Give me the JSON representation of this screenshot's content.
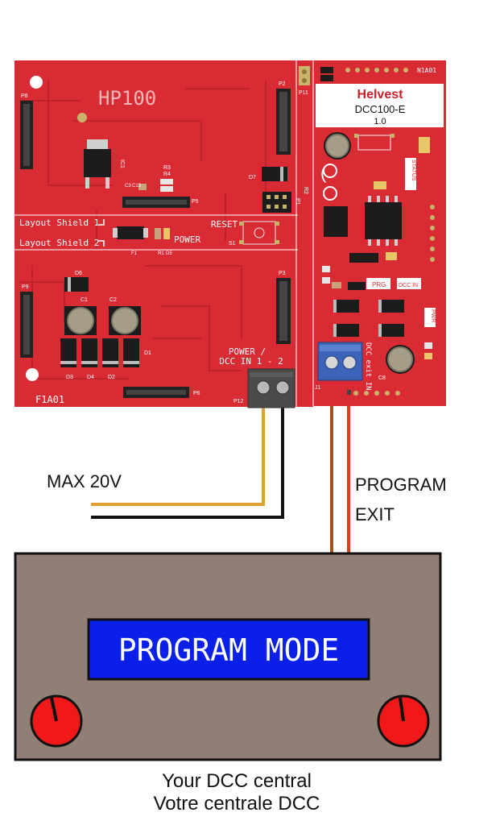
{
  "colors": {
    "pcb": "#d82b34",
    "pcb_dark": "#b81f29",
    "trace": "#c4232d",
    "wire_yellow": "#e0a030",
    "wire_black": "#111111",
    "wire_brown": "#a0521d",
    "wire_red": "#e33a1a",
    "box_fill": "#8f7f74",
    "lcd_fill": "#0a20e8",
    "knob": "#f01818",
    "terminal": "#4a4a4a",
    "terminal_blue": "#3b63b8"
  },
  "main_board": {
    "title": "HP100",
    "board_id": "F1A01",
    "layout_shield_1": "Layout Shield 1",
    "layout_shield_2": "Layout Shield 2",
    "reset": "RESET",
    "power": "POWER",
    "power_dcc_in_line1": "POWER /",
    "power_dcc_in_line2": "DCC IN 1 - 2",
    "refs": {
      "p8": "P8",
      "p2": "P2",
      "p11": "P11",
      "ic1": "IC1",
      "r3": "R3",
      "r4": "R4",
      "c3": "C3",
      "c13": "C13",
      "p5": "P5",
      "d7": "D7",
      "p1": "P1",
      "r2": "R2",
      "s1": "S1",
      "f1": "F1",
      "r1": "R1",
      "d5": "D5",
      "d6": "D6",
      "c1": "C1",
      "c2": "C2",
      "p9": "P9",
      "p3": "P3",
      "d3": "D3",
      "d4": "D4",
      "d2": "D2",
      "d1": "D1",
      "p6": "P6",
      "p12": "P12"
    }
  },
  "daughter_board": {
    "board_id": "N1A01",
    "brand": "Helvest",
    "model": "DCC100-E",
    "version": "1.0",
    "status": "STATUS",
    "prg": "PRG",
    "pwr": "PWR",
    "dcc_in": "DCC IN",
    "dcc_exit_in": "DCC exit IN",
    "j1": "J1",
    "c8": "C8"
  },
  "labels": {
    "max_voltage": "MAX 20V",
    "program_line1": "PROGRAM",
    "program_line2": "EXIT"
  },
  "central": {
    "lcd_text": "PROGRAM MODE",
    "caption_en": "Your DCC central",
    "caption_fr": "Votre centrale DCC"
  }
}
